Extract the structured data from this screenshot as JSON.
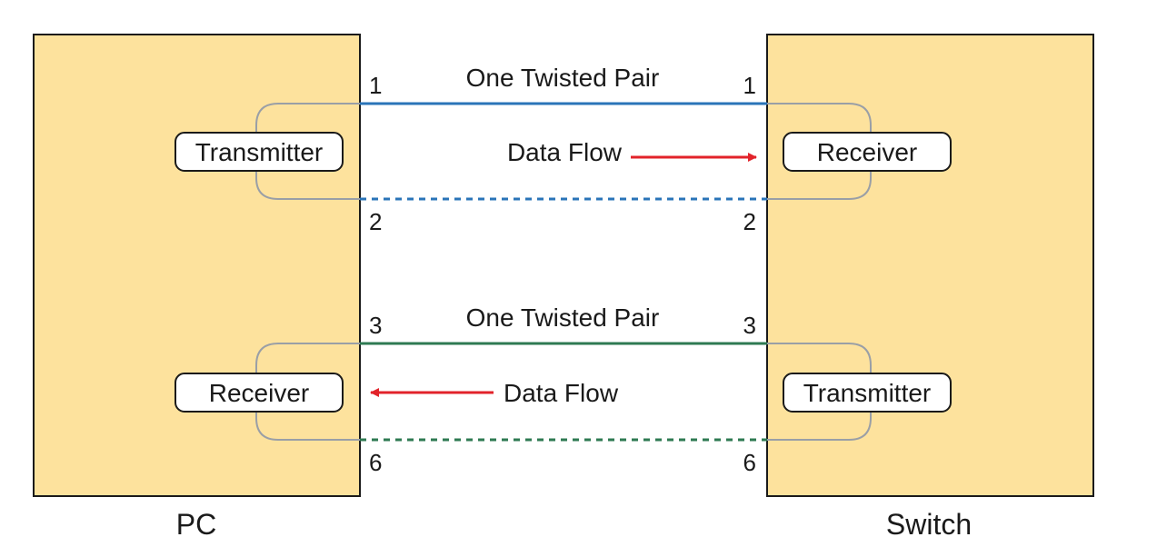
{
  "colors": {
    "device_fill": "#FDE29D",
    "device_stroke": "#1a1a1a",
    "pair1_wire": "#2A74B8",
    "pair2_wire": "#2E7A52",
    "loop": "#9A9FA6",
    "arrow": "#E2232A"
  },
  "devices": {
    "left": {
      "name": "PC"
    },
    "right": {
      "name": "Switch"
    }
  },
  "pairs": [
    {
      "label": "One Twisted Pair",
      "pin_top": "1",
      "pin_bottom": "2",
      "left_component": "Transmitter",
      "right_component": "Receiver",
      "flow_label": "Data Flow",
      "flow_direction": "left-to-right"
    },
    {
      "label": "One Twisted Pair",
      "pin_top": "3",
      "pin_bottom": "6",
      "left_component": "Receiver",
      "right_component": "Transmitter",
      "flow_label": "Data Flow",
      "flow_direction": "right-to-left"
    }
  ]
}
